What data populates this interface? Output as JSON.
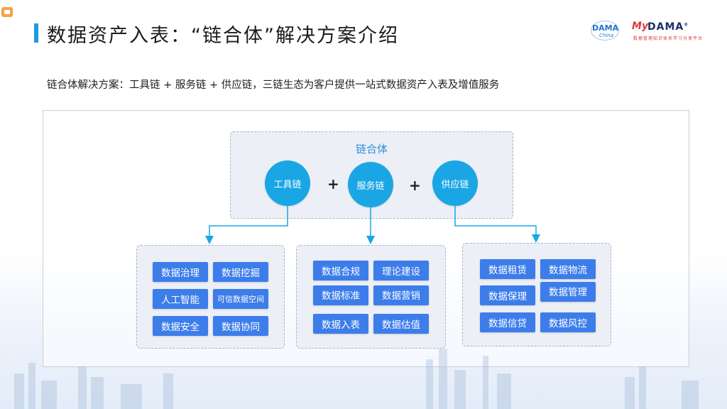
{
  "title": "数据资产入表：“链合体”解决方案介绍",
  "subtitle": "链合体解决方案：工具链 + 服务链 + 供应链，三链生态为客户提供一站式数据资产入表及增值服务",
  "logos": {
    "dama_word": "DAMA",
    "dama_sub": "China",
    "my": "My",
    "mydama_word": "DAMA",
    "mydama_mark": "®",
    "mydama_tag": "数据管理知识体系学习分享平台"
  },
  "diagram": {
    "top_label": "链合体",
    "chains": [
      "工具链",
      "服务链",
      "供应链"
    ],
    "plus": "+",
    "groups": [
      {
        "items": [
          "数据治理",
          "数据挖掘",
          "人工智能",
          "可信数据空间",
          "数据安全",
          "数据协同"
        ]
      },
      {
        "items": [
          "数据合规",
          "理论建设",
          "数据标准",
          "数据营销",
          "数据入表",
          "数据估值"
        ]
      },
      {
        "items": [
          "数据租赁",
          "数据物流",
          "数据保理",
          "数据管理",
          "数据信贷",
          "数据风控"
        ]
      }
    ]
  },
  "colors": {
    "accent": "#1f9be0",
    "circle": "#1aa6e4",
    "chip": "#3c7dea",
    "connector": "#1aa6e4"
  }
}
